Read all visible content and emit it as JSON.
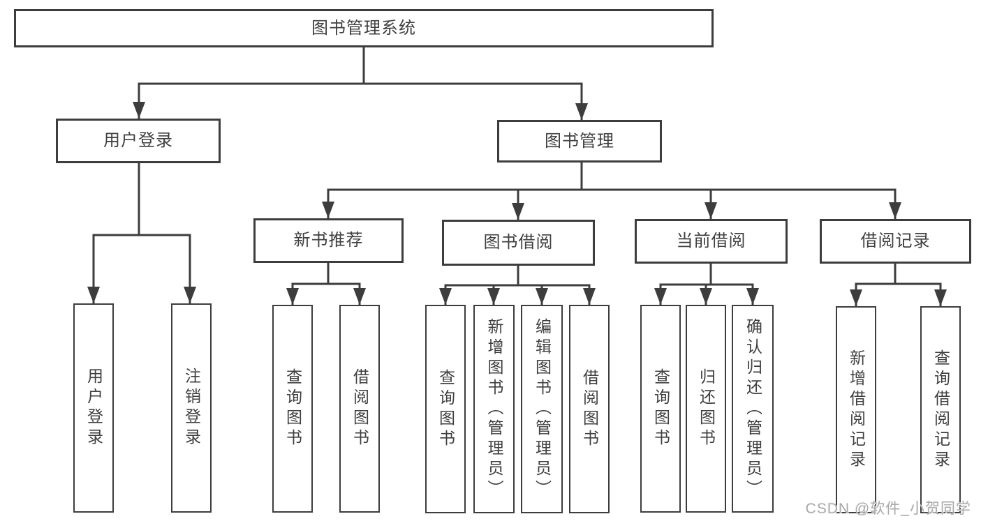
{
  "diagram": {
    "root": {
      "label": "图书管理系统"
    },
    "branches": [
      {
        "label": "用户登录",
        "children": [
          "用户登录",
          "注销登录"
        ]
      },
      {
        "label": "图书管理",
        "children": [
          {
            "label": "新书推荐",
            "children": [
              "查询图书",
              "借阅图书"
            ]
          },
          {
            "label": "图书借阅",
            "children": [
              "查询图书",
              "新增图书（管理员）",
              "编辑图书（管理员）",
              "借阅图书"
            ]
          },
          {
            "label": "当前借阅",
            "children": [
              "查询图书",
              "归还图书",
              "确认归还（管理员）"
            ]
          },
          {
            "label": "借阅记录",
            "children": [
              "新增借阅记录",
              "查询借阅记录"
            ]
          }
        ]
      }
    ]
  },
  "colors": {
    "line": "#3d3d3d",
    "box_border": "#3d3d3d",
    "text": "#3f3f3f",
    "background": "#ffffff",
    "watermark": "#ababab"
  },
  "watermark": {
    "text": "CSDN @软件_小贺同学"
  }
}
